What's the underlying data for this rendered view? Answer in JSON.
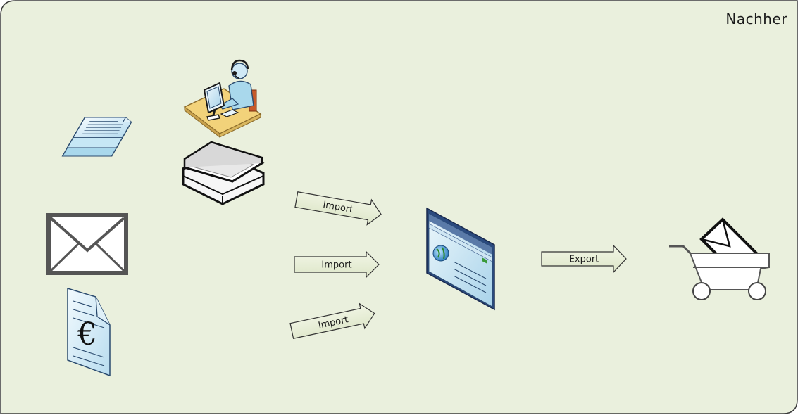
{
  "panel": {
    "title": "Nachher",
    "background": "#eaf0dd",
    "border": "#3a3a3a"
  },
  "sources": [
    {
      "name": "paper-stack",
      "icon": "paper-stack-icon"
    },
    {
      "name": "operator",
      "icon": "operator-workstation-icon"
    },
    {
      "name": "scanner",
      "icon": "scanner-icon"
    },
    {
      "name": "email",
      "icon": "envelope-icon"
    },
    {
      "name": "invoice",
      "icon": "euro-document-icon"
    }
  ],
  "arrows": [
    {
      "label": "Import"
    },
    {
      "label": "Import"
    },
    {
      "label": "Import"
    },
    {
      "label": "Export"
    }
  ],
  "target": {
    "icon": "web-application-icon"
  },
  "destination": {
    "icon": "shopping-cart-mail-icon"
  },
  "colors": {
    "arrow_fill": "#e6edd2",
    "icon_blue": "#c6e4f2",
    "icon_dark": "#2a4a6e"
  }
}
